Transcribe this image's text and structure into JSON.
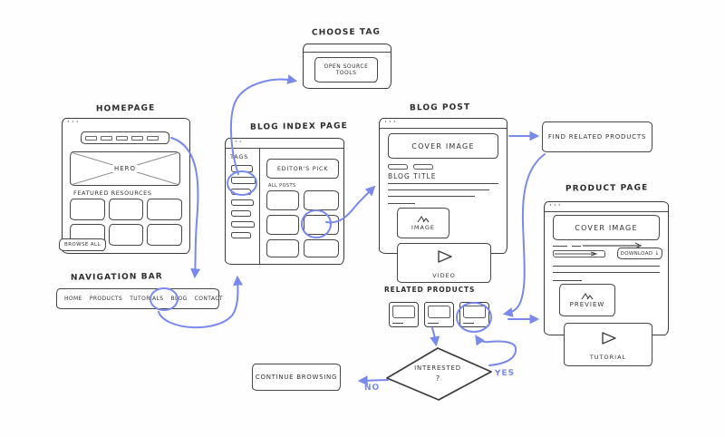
{
  "colors": {
    "ink": "#3b3b3b",
    "accent_blue": "#7989ec"
  },
  "icons": {
    "window_dots": "···"
  },
  "homepage": {
    "title": "HOMEPAGE",
    "hero_label": "HERO",
    "featured_label": "FEATURED RESOURCES",
    "browse_all_label": "BROWSE ALL"
  },
  "navigation_bar": {
    "title": "NAVIGATION BAR",
    "items": [
      {
        "label": "HOME",
        "circled": false
      },
      {
        "label": "PRODUCTS",
        "circled": false
      },
      {
        "label": "TUTORIALS",
        "circled": false
      },
      {
        "label": "BLOG",
        "circled": true
      },
      {
        "label": "CONTACT",
        "circled": false
      }
    ]
  },
  "choose_tag": {
    "title": "CHOOSE TAG",
    "tag_line1": "OPEN SOURCE",
    "tag_line2": "TOOLS"
  },
  "blog_index_page": {
    "title": "BLOG INDEX PAGE",
    "tags_label": "TAGS",
    "editors_pick_label": "EDITOR'S PICK",
    "all_posts_label": "ALL POSTS"
  },
  "blog_post": {
    "title": "BLOG POST",
    "cover_label": "COVER IMAGE",
    "blog_title_label": "BLOG TITLE",
    "image_label": "IMAGE",
    "video_label": "VIDEO"
  },
  "find_related_products": {
    "label": "FIND RELATED PRODUCTS"
  },
  "product_page": {
    "title": "PRODUCT PAGE",
    "cover_label": "COVER IMAGE",
    "download_label": "DOWNLOAD",
    "download_icon": "↓",
    "preview_label": "PREVIEW",
    "tutorial_label": "TUTORIAL"
  },
  "related_products": {
    "title": "RELATED PRODUCTS"
  },
  "decision": {
    "line1": "INTERESTED",
    "line2": "?",
    "yes_label": "YES",
    "no_label": "NO"
  },
  "continue_browsing": {
    "label": "CONTINUE BROWSING"
  }
}
